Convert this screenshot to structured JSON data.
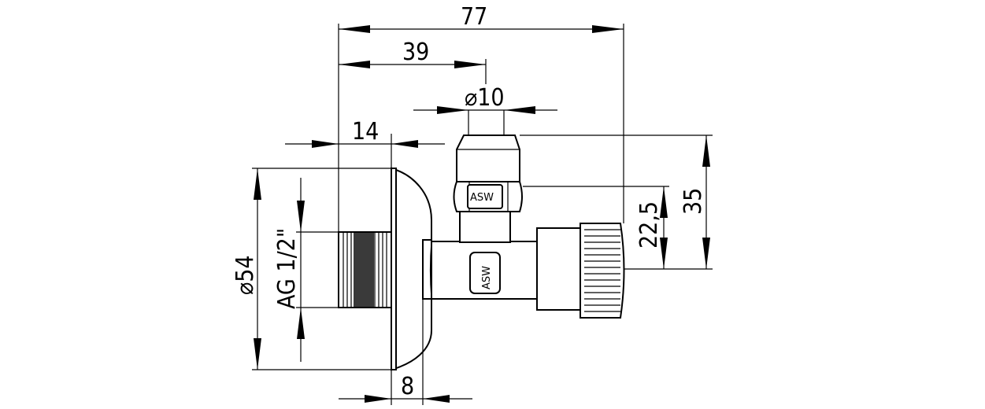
{
  "dimensions": {
    "overall_length": "77",
    "offset_to_outlet": "39",
    "outlet_diameter": "⌀10",
    "flange_depth": "14",
    "rosette_diameter": "⌀54",
    "thread_size": "AG 1/2\"",
    "rosette_thickness": "8",
    "nut_height": "22,5",
    "outlet_height": "35"
  },
  "labels": {
    "nut_brand": "ASW",
    "body_brand": "ASW"
  }
}
